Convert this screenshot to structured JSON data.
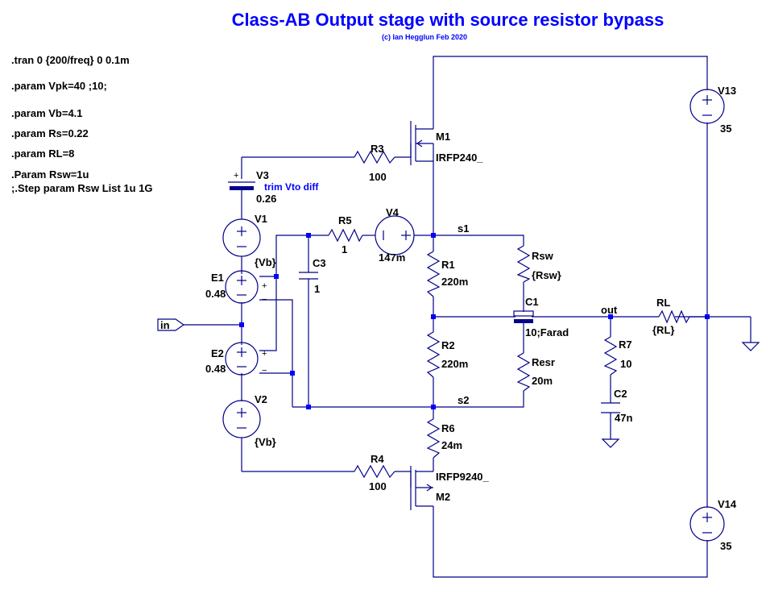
{
  "title": "Class-AB Output stage with source resistor bypass",
  "credit": "(c) Ian Hegglun Feb 2020",
  "directives": [
    ".tran 0 {200/freq} 0 0.1m",
    ".param Vpk=40 ;10;",
    ".param Vb=4.1",
    ".param Rs=0.22",
    ".param RL=8",
    ".Param Rsw=1u",
    ";.Step param Rsw List 1u 1G"
  ],
  "comment": "trim Vto diff",
  "components": {
    "M1": {
      "name": "M1",
      "model": "IRFP240_"
    },
    "M2": {
      "name": "M2",
      "model": "IRFP9240_"
    },
    "R3": {
      "name": "R3",
      "value": "100"
    },
    "R4": {
      "name": "R4",
      "value": "100"
    },
    "R5": {
      "name": "R5",
      "value": "1"
    },
    "V4": {
      "name": "V4",
      "value": "147m"
    },
    "V3": {
      "name": "V3",
      "value": "0.26"
    },
    "V1": {
      "name": "V1",
      "value": "{Vb}"
    },
    "V2": {
      "name": "V2",
      "value": "{Vb}"
    },
    "E1": {
      "name": "E1",
      "value": "0.48"
    },
    "E2": {
      "name": "E2",
      "value": "0.48"
    },
    "C3": {
      "name": "C3",
      "value": "1"
    },
    "R1": {
      "name": "R1",
      "value": "220m"
    },
    "R2": {
      "name": "R2",
      "value": "220m"
    },
    "R6": {
      "name": "R6",
      "value": "24m"
    },
    "Rsw": {
      "name": "Rsw",
      "value": "{Rsw}"
    },
    "C1": {
      "name": "C1",
      "value": "10;Farad"
    },
    "Resr": {
      "name": "Resr",
      "value": "20m"
    },
    "R7": {
      "name": "R7",
      "value": "10"
    },
    "C2": {
      "name": "C2",
      "value": "47n"
    },
    "RL": {
      "name": "RL",
      "value": "{RL}"
    },
    "V13": {
      "name": "V13",
      "value": "35"
    },
    "V14": {
      "name": "V14",
      "value": "35"
    }
  },
  "nets": {
    "s1": "s1",
    "s2": "s2",
    "out": "out",
    "in": "in"
  }
}
